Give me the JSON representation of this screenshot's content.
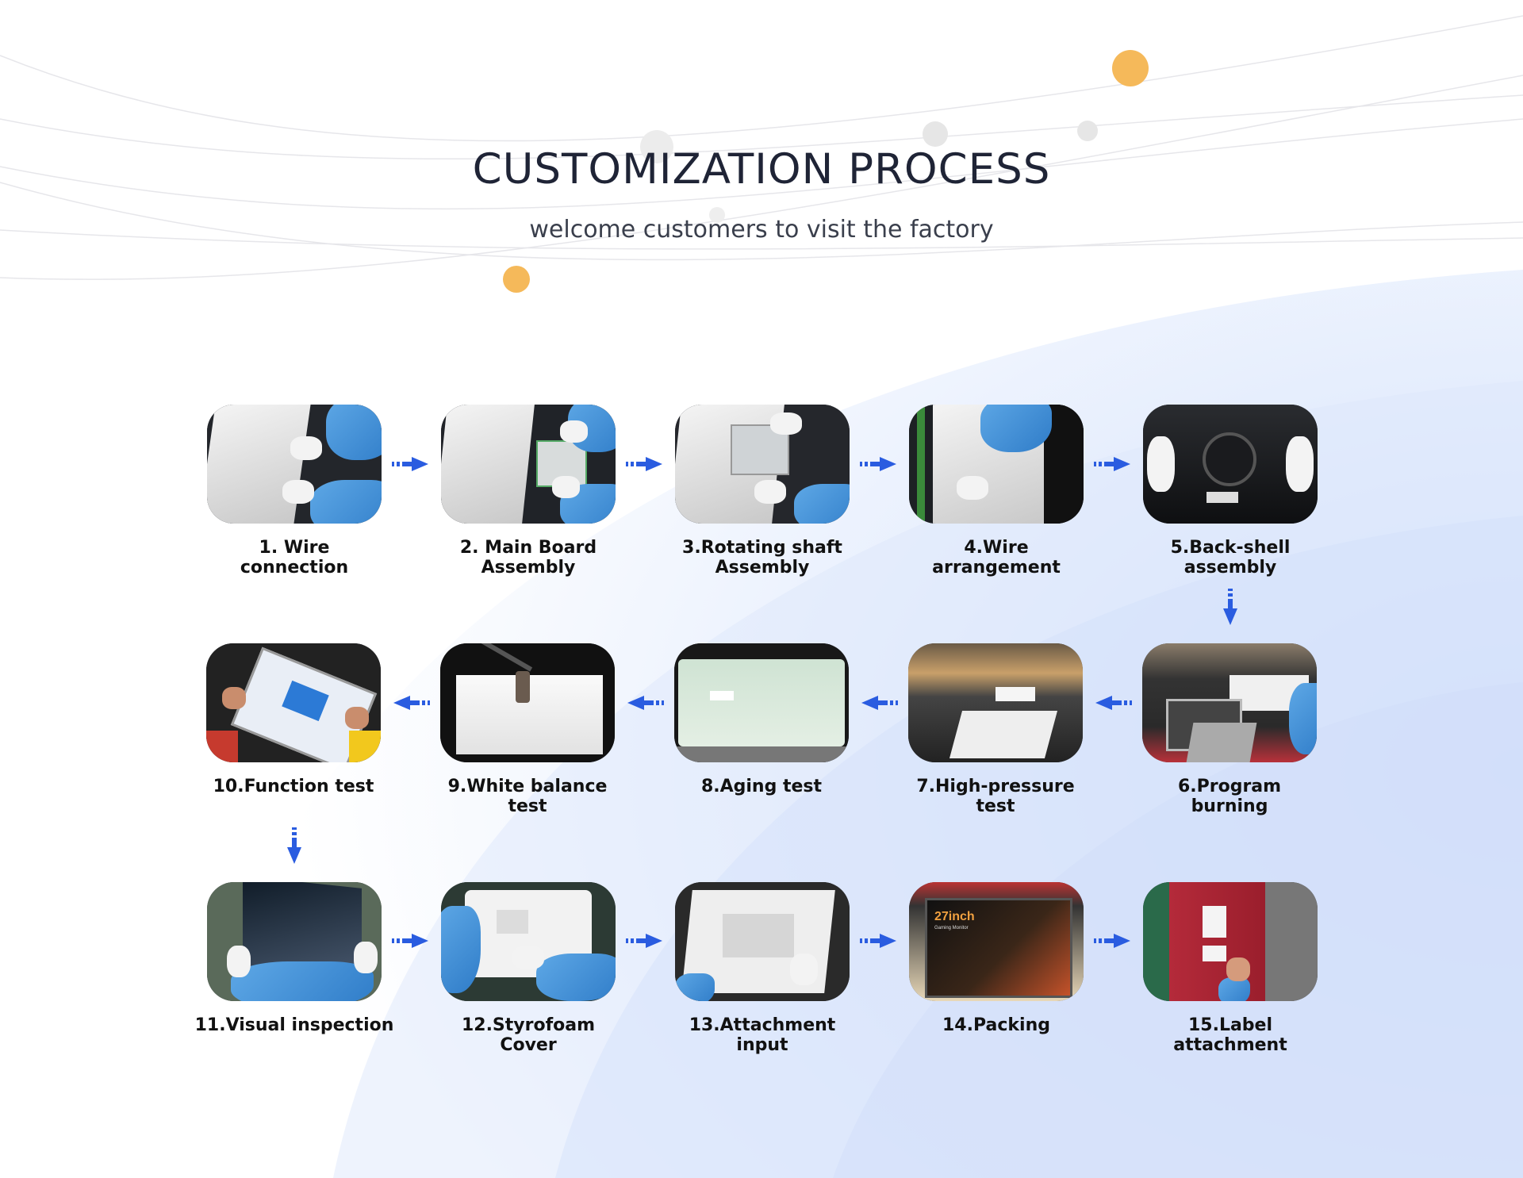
{
  "header": {
    "title": "CUSTOMIZATION PROCESS",
    "subtitle": "welcome customers to visit the factory"
  },
  "colors": {
    "accent_arrow": "#2a5ce0",
    "dot_orange": "#f5b95a",
    "dot_grey": "#e3e3e3"
  },
  "steps": [
    {
      "label": "1. Wire\nconnection",
      "image": "wire-connection-photo"
    },
    {
      "label": "2. Main Board\nAssembly",
      "image": "main-board-photo"
    },
    {
      "label": "3.Rotating shaft\nAssembly",
      "image": "rotating-shaft-photo"
    },
    {
      "label": "4.Wire\narrangement",
      "image": "wire-arrangement-photo"
    },
    {
      "label": "5.Back-shell\nassembly",
      "image": "back-shell-photo"
    },
    {
      "label": "6.Program\nburning",
      "image": "program-burning-photo"
    },
    {
      "label": "7.High-pressure\ntest",
      "image": "high-pressure-photo"
    },
    {
      "label": "8.Aging test",
      "image": "aging-test-photo"
    },
    {
      "label": "9.White balance\ntest",
      "image": "white-balance-photo"
    },
    {
      "label": "10.Function test",
      "image": "function-test-photo"
    },
    {
      "label": "11.Visual inspection",
      "image": "visual-inspection-photo"
    },
    {
      "label": "12.Styrofoam\nCover",
      "image": "styrofoam-photo"
    },
    {
      "label": "13.Attachment\ninput",
      "image": "attachment-photo"
    },
    {
      "label": "14.Packing",
      "image": "packing-photo"
    },
    {
      "label": "15.Label\nattachment",
      "image": "label-photo"
    }
  ],
  "packing_box": {
    "size_text": "27inch",
    "caption": "Gaming Monitor"
  }
}
